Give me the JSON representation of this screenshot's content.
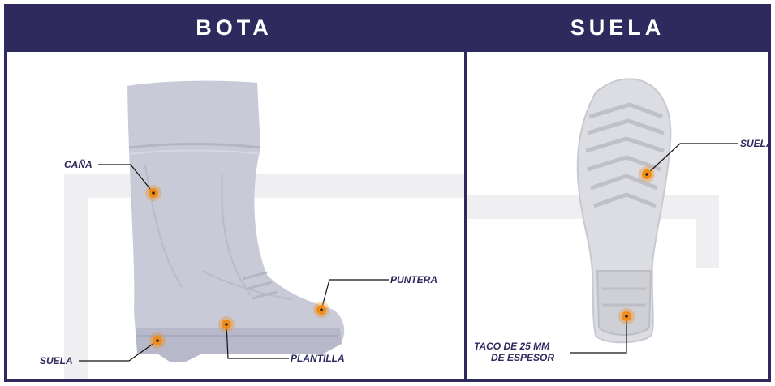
{
  "headers": {
    "left": "BOTA",
    "right": "SUELA"
  },
  "bota_callouts": {
    "cana": "CAÑA",
    "puntera": "PUNTERA",
    "suela": "SUELA",
    "plantilla": "PLANTILLA"
  },
  "suela_callouts": {
    "suela": "SUELA",
    "taco_line1": "TACO DE 25 MM",
    "taco_line2": "DE ESPESOR"
  },
  "colors": {
    "frame": "#2e2a5e",
    "marker": "#f28c18",
    "boot": "#c9cad8",
    "sole": "#dcdde2"
  }
}
